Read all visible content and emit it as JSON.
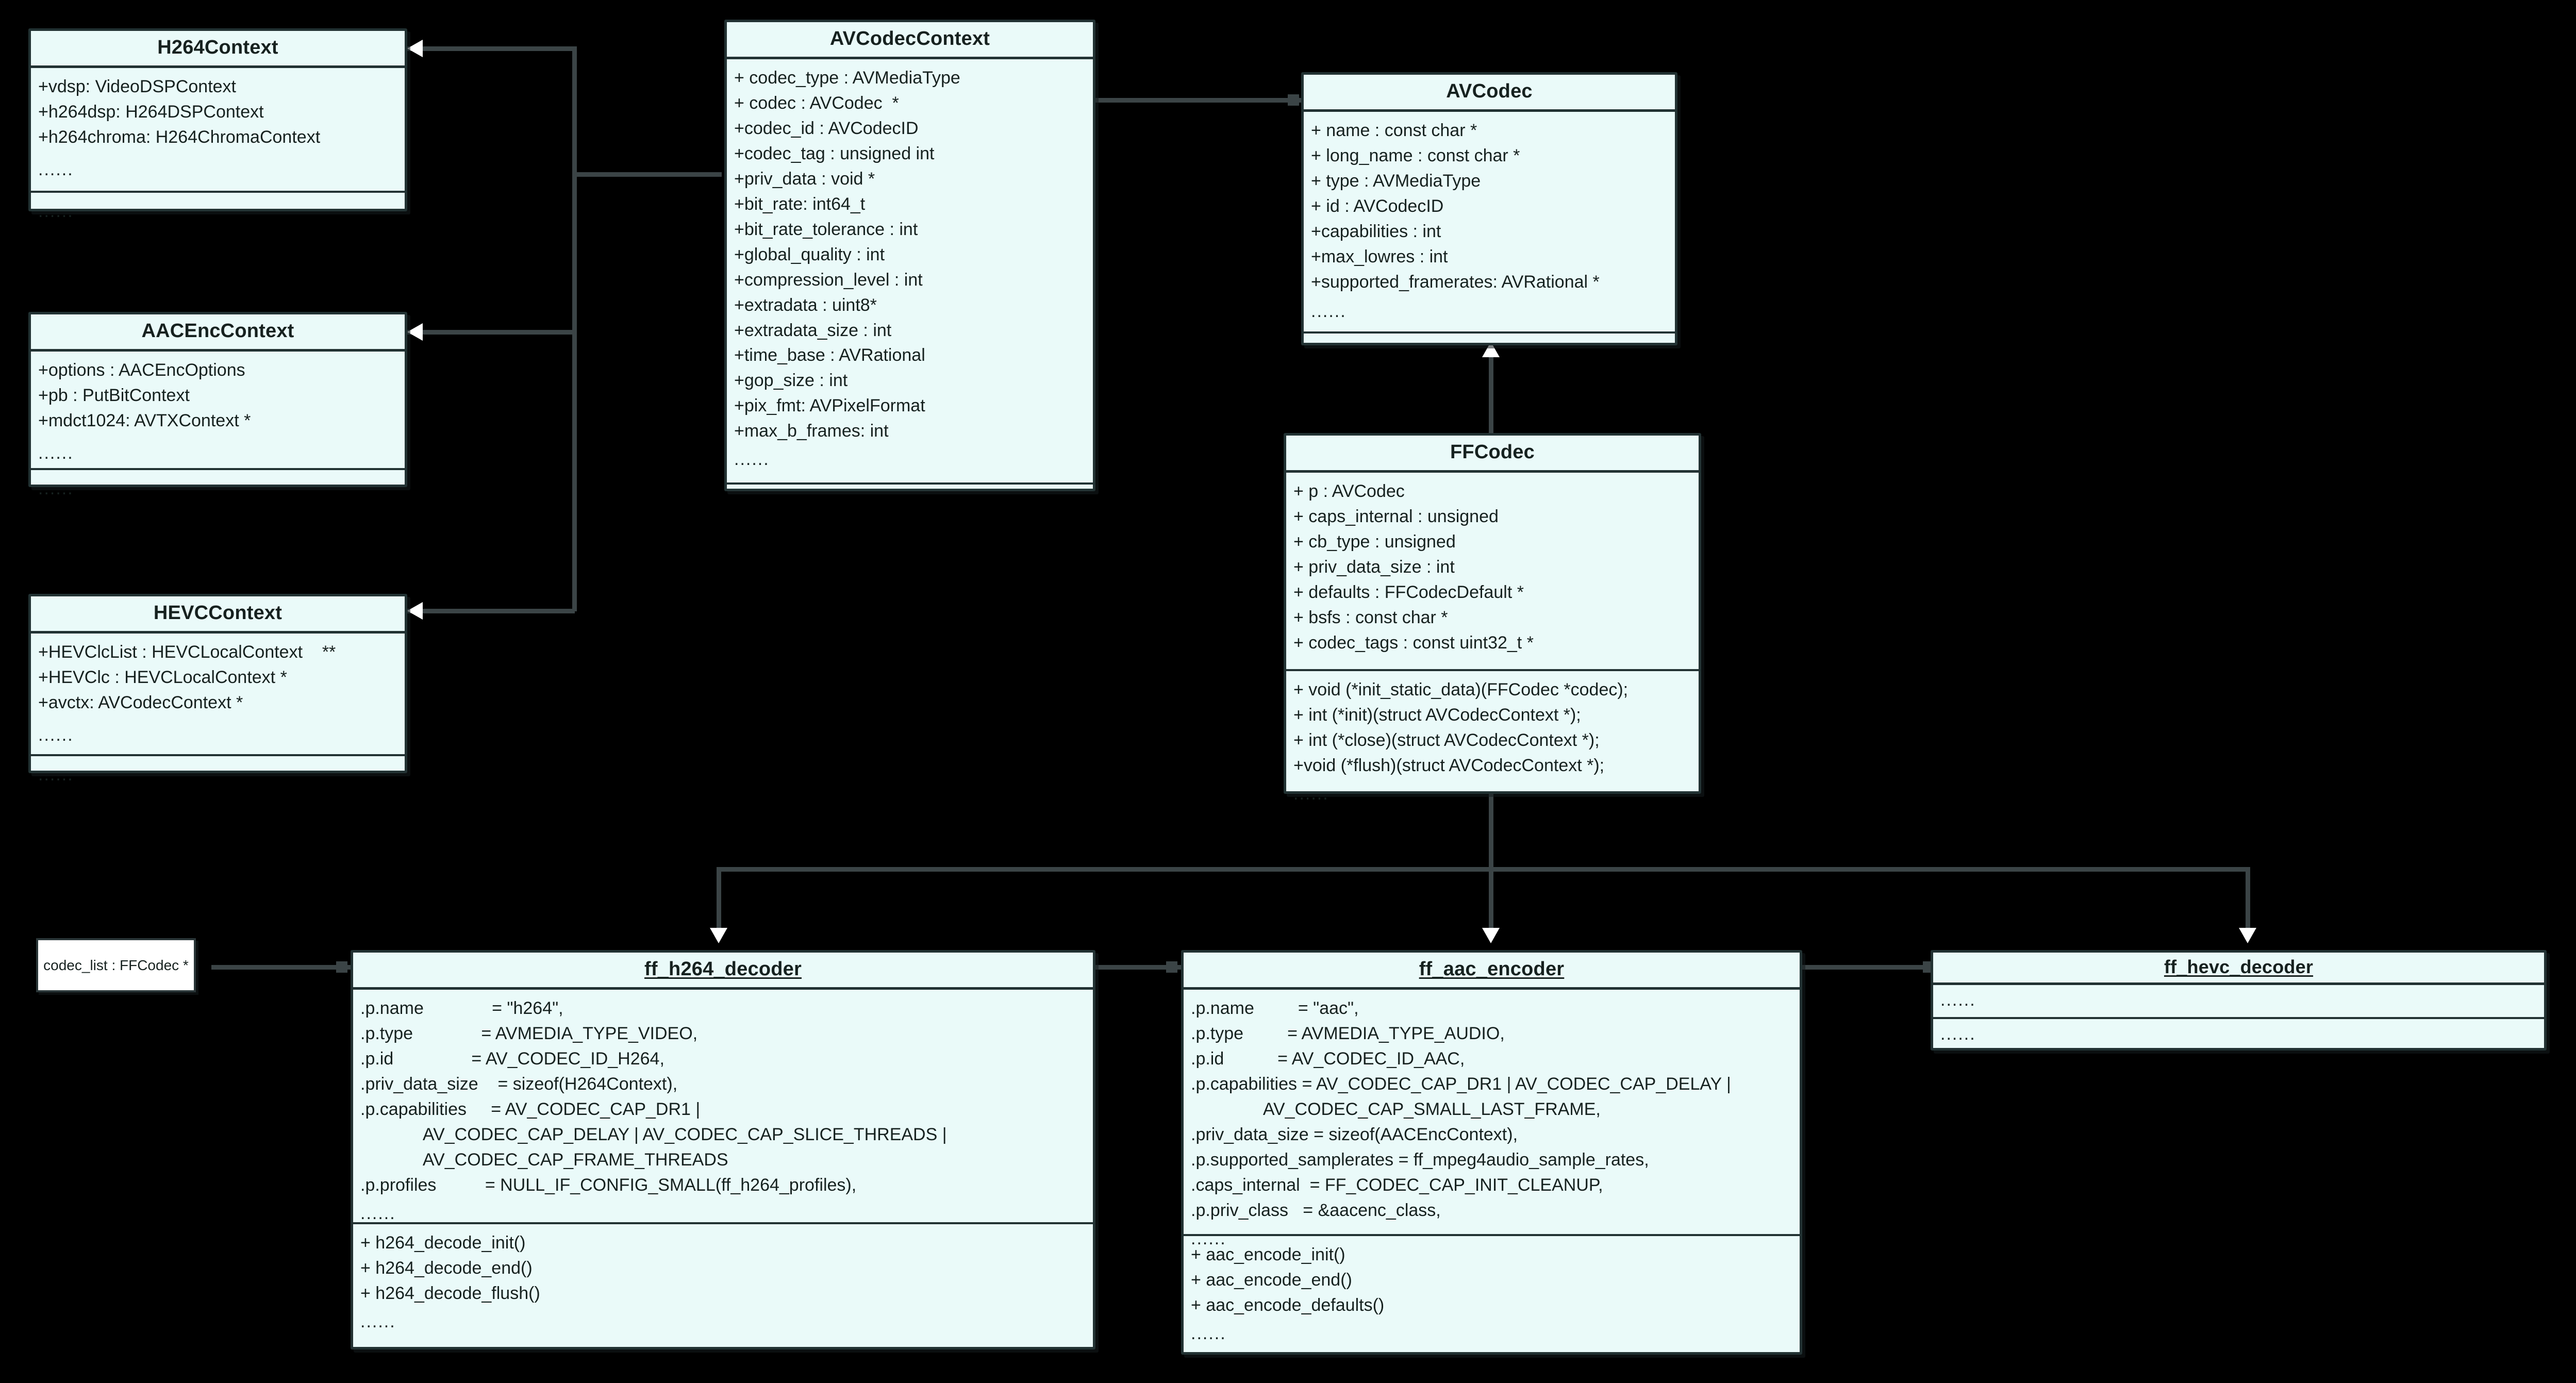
{
  "diagram": {
    "kind": "uml-class-diagram",
    "background_color": "#000000",
    "box_fill_color": "#eafaf9",
    "box_border_color": "#223233",
    "edge_color": "#3b4446",
    "arrowhead_color": "#ffffff"
  },
  "classes": {
    "h264_context": {
      "title": "H264Context",
      "attributes": [
        "+vdsp: VideoDSPContext",
        "+h264dsp: H264DSPContext",
        "+h264chroma: H264ChromaContext"
      ],
      "attributes_more": "......",
      "operations": [],
      "operations_more": "......"
    },
    "aac_enc_context": {
      "title": "AACEncContext",
      "attributes": [
        "+options : AACEncOptions",
        "+pb : PutBitContext",
        "+mdct1024: AVTXContext *"
      ],
      "attributes_more": "......",
      "operations": [],
      "operations_more": "......"
    },
    "hevc_context": {
      "title": "HEVCContext",
      "attributes": [
        "+HEVClcList : HEVCLocalContext    **",
        "+HEVClc : HEVCLocalContext *",
        "+avctx: AVCodecContext *"
      ],
      "attributes_more": "......",
      "operations": [],
      "operations_more": "......"
    },
    "av_codec_context": {
      "title": "AVCodecContext",
      "attributes": [
        "+ codec_type : AVMediaType",
        "+ codec : AVCodec  *",
        "+codec_id : AVCodecID",
        "+codec_tag : unsigned int",
        "+priv_data : void *",
        "+bit_rate: int64_t",
        "+bit_rate_tolerance : int",
        "+global_quality : int",
        "+compression_level : int",
        "+extradata : uint8*",
        "+extradata_size : int",
        "+time_base : AVRational",
        "+gop_size : int",
        "+pix_fmt: AVPixelFormat",
        "+max_b_frames: int"
      ],
      "attributes_more": "......",
      "operations": [],
      "operations_more": ""
    },
    "av_codec": {
      "title": "AVCodec",
      "attributes": [
        "+ name : const char *",
        "+ long_name : const char *",
        "+ type : AVMediaType",
        "+ id : AVCodecID",
        "+capabilities : int",
        "+max_lowres : int",
        "+supported_framerates: AVRational *"
      ],
      "attributes_more": "......",
      "operations": [],
      "operations_more": ""
    },
    "ff_codec": {
      "title": "FFCodec",
      "attributes": [
        "+ p : AVCodec",
        "+ caps_internal : unsigned",
        "+ cb_type : unsigned",
        "+ priv_data_size : int",
        "+ defaults : FFCodecDefault *",
        "+ bsfs : const char *",
        "+ codec_tags : const uint32_t *"
      ],
      "attributes_more": "",
      "operations": [
        "+ void (*init_static_data)(FFCodec *codec);",
        "+ int (*init)(struct AVCodecContext *);",
        "+ int (*close)(struct AVCodecContext *);",
        "+void (*flush)(struct AVCodecContext *);"
      ],
      "operations_more": "......"
    },
    "ff_h264_decoder": {
      "title": "ff_h264_decoder",
      "attributes": [
        ".p.name              = \"h264\",",
        ".p.type              = AVMEDIA_TYPE_VIDEO,",
        ".p.id                = AV_CODEC_ID_H264,",
        ".priv_data_size    = sizeof(H264Context),",
        ".p.capabilities     = AV_CODEC_CAP_DR1 |",
        "             AV_CODEC_CAP_DELAY | AV_CODEC_CAP_SLICE_THREADS |",
        "             AV_CODEC_CAP_FRAME_THREADS",
        ".p.profiles          = NULL_IF_CONFIG_SMALL(ff_h264_profiles),"
      ],
      "attributes_more": "......",
      "operations": [
        "+ h264_decode_init()",
        "+ h264_decode_end()",
        "+ h264_decode_flush()"
      ],
      "operations_more": "......"
    },
    "ff_aac_encoder": {
      "title": "ff_aac_encoder",
      "attributes": [
        ".p.name         = \"aac\",",
        ".p.type         = AVMEDIA_TYPE_AUDIO,",
        ".p.id           = AV_CODEC_ID_AAC,",
        ".p.capabilities = AV_CODEC_CAP_DR1 | AV_CODEC_CAP_DELAY |",
        "               AV_CODEC_CAP_SMALL_LAST_FRAME,",
        ".priv_data_size = sizeof(AACEncContext),",
        ".p.supported_samplerates = ff_mpeg4audio_sample_rates,",
        ".caps_internal  = FF_CODEC_CAP_INIT_CLEANUP,",
        ".p.priv_class   = &aacenc_class,"
      ],
      "attributes_more": "......",
      "operations": [
        "+ aac_encode_init()",
        "+ aac_encode_end()",
        "+ aac_encode_defaults()"
      ],
      "operations_more": "......"
    },
    "ff_hevc_decoder": {
      "title": "ff_hevc_decoder",
      "attributes": [],
      "attributes_more": "......",
      "operations": [],
      "operations_more": "......"
    }
  },
  "notes": {
    "codec_list": "codec_list : FFCodec *"
  },
  "watermark": {
    "text": ""
  }
}
